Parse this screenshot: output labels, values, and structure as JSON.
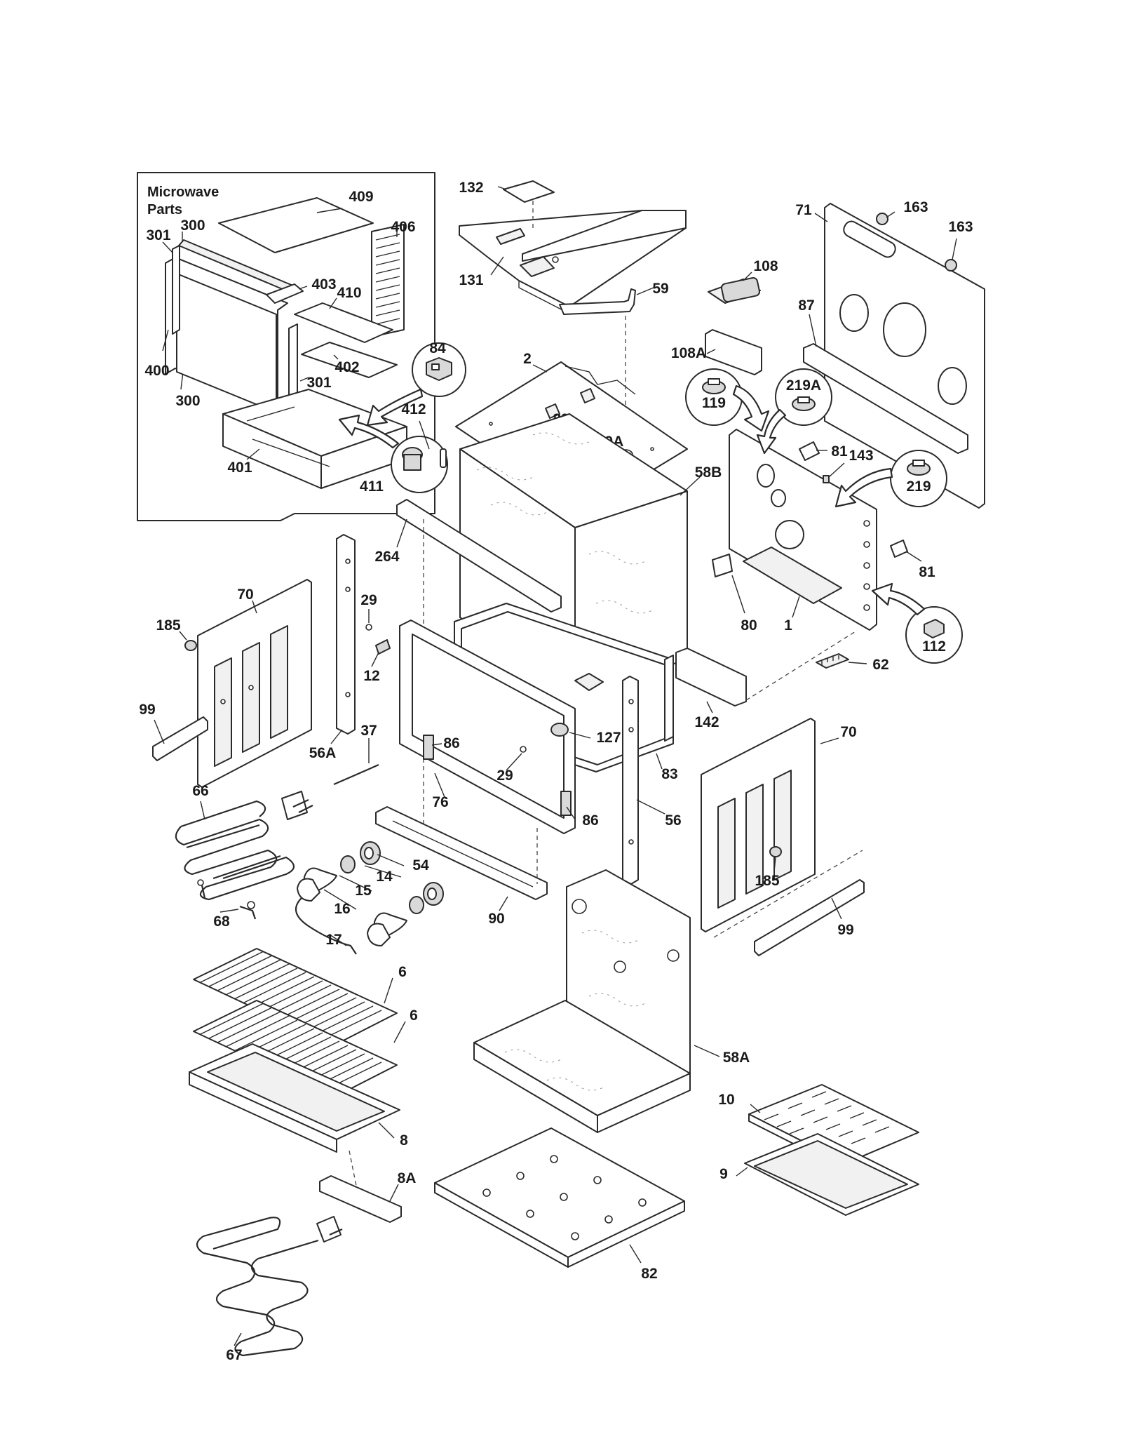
{
  "inset": {
    "title_line1": "Microwave",
    "title_line2": "Parts"
  },
  "callouts": {
    "c132": "132",
    "c131": "131",
    "c409": "409",
    "c406": "406",
    "c300a": "300",
    "c301a": "301",
    "c403": "403",
    "c410": "410",
    "c400": "400",
    "c402": "402",
    "c301b": "301",
    "c300b": "300",
    "c401": "401",
    "c84": "84",
    "c412": "412",
    "c411": "411",
    "c59": "59",
    "c2": "2",
    "c89": "89",
    "c59A": "59A",
    "c58B": "58B",
    "c264": "264",
    "c108": "108",
    "c108A": "108A",
    "c163a": "163",
    "c163b": "163",
    "c71": "71",
    "c87": "87",
    "c119": "119",
    "c219A": "219A",
    "c81a": "81",
    "c143": "143",
    "c219": "219",
    "c81b": "81",
    "c80": "80",
    "c1": "1",
    "c112": "112",
    "c62": "62",
    "c70a": "70",
    "c185a": "185",
    "c99a": "99",
    "c56A": "56A",
    "c29a": "29",
    "c12": "12",
    "c127": "127",
    "c86a": "86",
    "c29b": "29",
    "c142": "142",
    "c37": "37",
    "c76": "76",
    "c83": "83",
    "c86b": "86",
    "c56": "56",
    "c70b": "70",
    "c185b": "185",
    "c99b": "99",
    "c66": "66",
    "c68": "68",
    "c54": "54",
    "c14": "14",
    "c15": "15",
    "c16": "16",
    "c17": "17",
    "c90": "90",
    "c6a": "6",
    "c6b": "6",
    "c8": "8",
    "c58A": "58A",
    "c10": "10",
    "c9": "9",
    "c8A": "8A",
    "c67": "67",
    "c82": "82"
  },
  "icons": [
    "arrow-icon",
    "thermostat-icon",
    "light-socket-icon",
    "switch-icon",
    "bake-element-icon",
    "broil-element-icon",
    "oven-rack-icon",
    "broiler-pan-icon"
  ]
}
